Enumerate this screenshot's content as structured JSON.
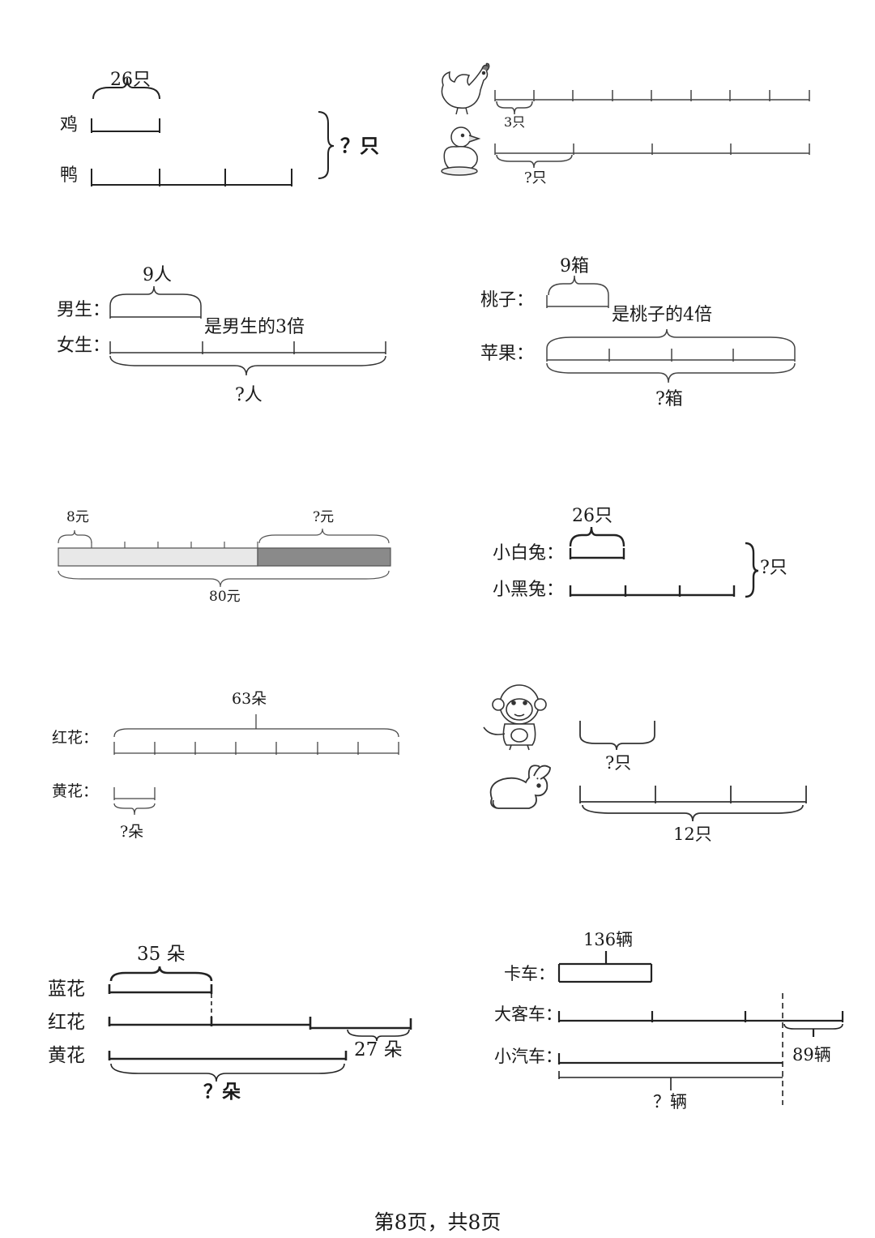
{
  "diagrams": {
    "d1": {
      "row_a": "鸡",
      "row_b": "鸭",
      "given": "26只",
      "question": "？只"
    },
    "d2": {
      "given": "3只",
      "question": "?只"
    },
    "d3": {
      "row_a": "男生：",
      "row_b": "女生：",
      "given": "9人",
      "relation": "是男生的3倍",
      "question": "?人"
    },
    "d4": {
      "row_a": "桃子：",
      "row_b": "苹果：",
      "given": "9箱",
      "relation": "是桃子的4倍",
      "question": "?箱"
    },
    "d5": {
      "given": "8元",
      "question": "?元",
      "total": "80元"
    },
    "d6": {
      "row_a": "小白兔：",
      "row_b": "小黑兔：",
      "given": "26只",
      "question": "?只"
    },
    "d7": {
      "row_a": "红花：",
      "row_b": "黄花：",
      "given": "63朵",
      "question": "?朵"
    },
    "d8": {
      "question": "?只",
      "given": "12只"
    },
    "d9": {
      "row_a": "蓝花",
      "row_b": "红花",
      "row_c": "黄花",
      "given": "35 朵",
      "difference": "27 朵",
      "question": "？朵"
    },
    "d10": {
      "row_a": "卡车：",
      "row_b": "大客车：",
      "row_c": "小汽车：",
      "given": "136辆",
      "difference": "89辆",
      "question": "？辆"
    }
  },
  "footer": {
    "page_text": "第8页，共8页"
  }
}
